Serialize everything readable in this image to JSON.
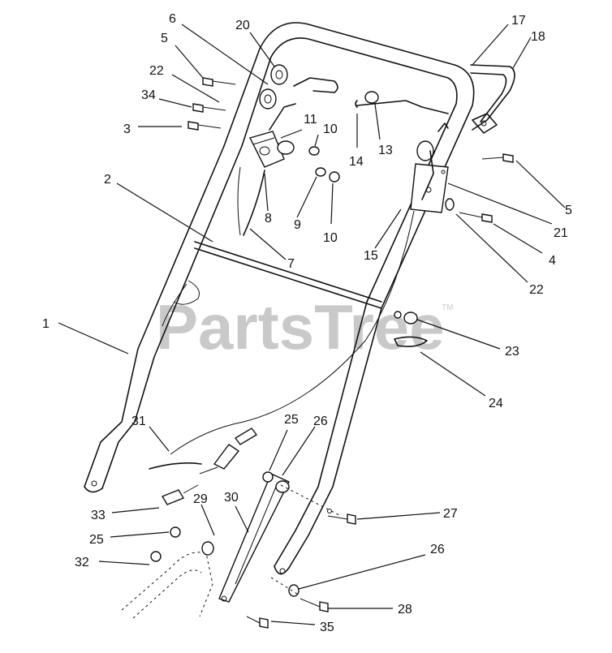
{
  "watermark": {
    "text": "PartsTree",
    "trademark": "TM"
  },
  "callouts": [
    {
      "id": "c6",
      "label": "6"
    },
    {
      "id": "c20",
      "label": "20"
    },
    {
      "id": "c5a",
      "label": "5"
    },
    {
      "id": "c22a",
      "label": "22"
    },
    {
      "id": "c34",
      "label": "34"
    },
    {
      "id": "c3",
      "label": "3"
    },
    {
      "id": "c11",
      "label": "11"
    },
    {
      "id": "c10a",
      "label": "10"
    },
    {
      "id": "c14",
      "label": "14"
    },
    {
      "id": "c13",
      "label": "13"
    },
    {
      "id": "c17",
      "label": "17"
    },
    {
      "id": "c18",
      "label": "18"
    },
    {
      "id": "c2",
      "label": "2"
    },
    {
      "id": "c8",
      "label": "8"
    },
    {
      "id": "c9",
      "label": "9"
    },
    {
      "id": "c10b",
      "label": "10"
    },
    {
      "id": "c7",
      "label": "7"
    },
    {
      "id": "c15",
      "label": "15"
    },
    {
      "id": "c5b",
      "label": "5"
    },
    {
      "id": "c21",
      "label": "21"
    },
    {
      "id": "c4",
      "label": "4"
    },
    {
      "id": "c22b",
      "label": "22"
    },
    {
      "id": "c1",
      "label": "1"
    },
    {
      "id": "c23",
      "label": "23"
    },
    {
      "id": "c24",
      "label": "24"
    },
    {
      "id": "c31",
      "label": "31"
    },
    {
      "id": "c25a",
      "label": "25"
    },
    {
      "id": "c26a",
      "label": "26"
    },
    {
      "id": "c33",
      "label": "33"
    },
    {
      "id": "c29",
      "label": "29"
    },
    {
      "id": "c30",
      "label": "30"
    },
    {
      "id": "c27",
      "label": "27"
    },
    {
      "id": "c25b",
      "label": "25"
    },
    {
      "id": "c26b",
      "label": "26"
    },
    {
      "id": "c32",
      "label": "32"
    },
    {
      "id": "c28",
      "label": "28"
    },
    {
      "id": "c35",
      "label": "35"
    }
  ]
}
